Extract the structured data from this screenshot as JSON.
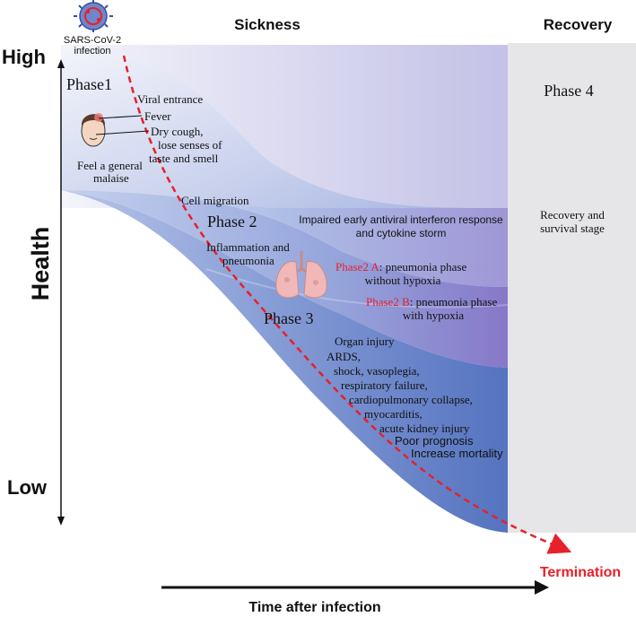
{
  "header": {
    "sickness": "Sickness",
    "recovery": "Recovery"
  },
  "virus": {
    "label_line1": "SARS-CoV-2",
    "label_line2": "infection",
    "icon": "virus-icon"
  },
  "axis": {
    "y_title": "Health",
    "y_high": "High",
    "y_low": "Low",
    "x_title": "Time after infection"
  },
  "termination": "Termination",
  "phase1": {
    "title": "Phase1",
    "viral_entrance": "Viral entrance",
    "fever": "Fever",
    "cough_line1": "Dry cough,",
    "cough_line2": "lose senses of",
    "cough_line3": "taste and smell",
    "malaise_line1": "Feel a general",
    "malaise_line2": "malaise",
    "face_icon": "face-icon"
  },
  "phase2": {
    "title": "Phase 2",
    "cell_migration": "Cell migration",
    "interferon_line1": "Impaired early antiviral interferon response",
    "interferon_line2": "and cytokine storm",
    "inflammation_line1": "Inflammation and",
    "inflammation_line2": "pneumonia",
    "a_label": "Phase2 A",
    "a_text_line1": ": pneumonia phase",
    "a_text_line2": "without hypoxia",
    "b_label": "Phase2 B",
    "b_text_line1": ": pneumonia phase",
    "b_text_line2": "with hypoxia",
    "lungs_icon": "lungs-icon"
  },
  "phase3": {
    "title": "Phase 3",
    "lines": [
      "Organ injury",
      "ARDS,",
      "shock, vasoplegia,",
      "respiratory failure,",
      "cardiopulmonary collapse,",
      "myocarditis,",
      "acute kidney injury"
    ],
    "prognosis": "Poor prognosis",
    "mortality": "Increase mortality"
  },
  "phase4": {
    "title": "Phase 4",
    "stage_line1": "Recovery and",
    "stage_line2": "survival stage"
  },
  "colors": {
    "accent_red": "#e8202a",
    "band_light": "#c9cdea",
    "band_dark": "#5d78c4",
    "recovery_grey": "#e6e6e8"
  }
}
